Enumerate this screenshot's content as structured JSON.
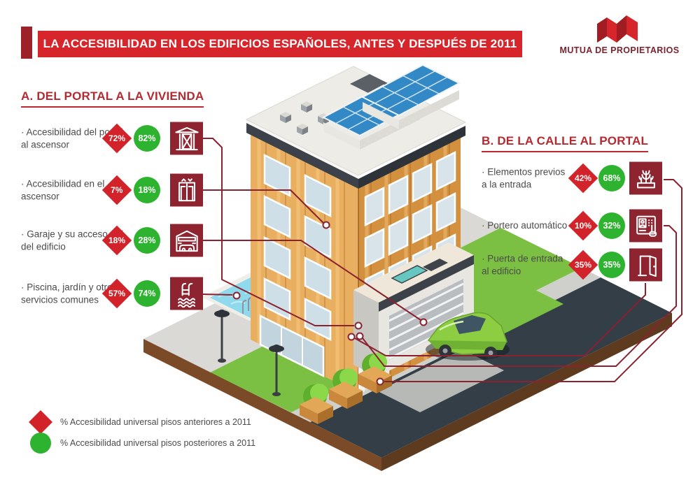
{
  "header": {
    "title": "LA ACCESIBILIDAD EN LOS EDIFICIOS ESPAÑOLES, ANTES Y DESPUÉS DE 2011",
    "logo_text": "MUTUA DE PROPIETARIOS"
  },
  "colors": {
    "banner_red": "#d6252b",
    "accent_dark_red": "#9c2129",
    "tile_maroon": "#8e2430",
    "before_diamond_red": "#d2232a",
    "after_circle_green": "#2db32f",
    "heading_red": "#b52a30",
    "body_text_gray": "#4b4b4b"
  },
  "section_a": {
    "heading": "A. DEL PORTAL A LA VIVIENDA",
    "items": [
      {
        "label": "· Accesibilidad del portal al ascensor",
        "before": "72%",
        "after": "82%",
        "icon": "portal-elevator-icon"
      },
      {
        "label": "· Accesibilidad en el ascensor",
        "before": "7%",
        "after": "18%",
        "icon": "elevator-icon"
      },
      {
        "label": "· Garaje y su acceso al / del edificio",
        "before": "18%",
        "after": "28%",
        "icon": "garage-icon"
      },
      {
        "label": "· Piscina, jardín y otros servicios comunes",
        "before": "57%",
        "after": "74%",
        "icon": "pool-ladder-icon"
      }
    ]
  },
  "section_b": {
    "heading": "B. DE LA CALLE AL PORTAL",
    "items": [
      {
        "label": "· Elementos previos a la entrada",
        "before": "42%",
        "after": "68%",
        "icon": "planter-icon"
      },
      {
        "label": "· Portero automático",
        "before": "10%",
        "after": "32%",
        "icon": "intercom-icon"
      },
      {
        "label": "· Puerta de entrada al edificio",
        "before": "35%",
        "after": "35%",
        "icon": "open-door-icon"
      }
    ]
  },
  "legend": [
    {
      "marker": "red-diamond",
      "label": "% Accesibilidad universal pisos anteriores a 2011"
    },
    {
      "marker": "green-circle",
      "label": "% Accesibilidad universal pisos posteriores a 2011"
    }
  ],
  "chart_data": {
    "type": "bar",
    "title": "La accesibilidad en los edificios españoles, antes y después de 2011",
    "categories": [
      "Accesibilidad del portal al ascensor",
      "Accesibilidad en el ascensor",
      "Garaje y su acceso al / del edificio",
      "Piscina, jardín y otros servicios comunes",
      "Elementos previos a la entrada",
      "Portero automático",
      "Puerta de entrada al edificio"
    ],
    "series": [
      {
        "name": "% Accesibilidad universal pisos anteriores a 2011",
        "values": [
          72,
          7,
          18,
          57,
          42,
          10,
          35
        ]
      },
      {
        "name": "% Accesibilidad universal pisos posteriores a 2011",
        "values": [
          82,
          18,
          28,
          74,
          68,
          32,
          35
        ]
      }
    ]
  }
}
